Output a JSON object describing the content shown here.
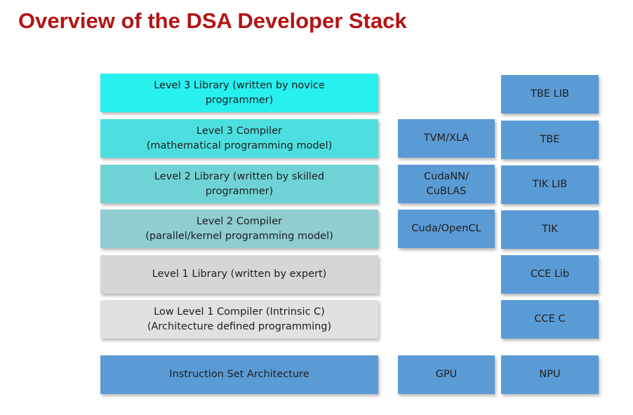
{
  "title": "Overview of the DSA Developer Stack",
  "colors": {
    "title": "#b31414",
    "level3_library": "#27f0ef",
    "level3_compiler": "#4ddfe0",
    "level2_library": "#6fd3d6",
    "level2_compiler": "#8fcdd1",
    "level1_library": "#d6d6d6",
    "level1_compiler": "#e1e1e1",
    "blue_box": "#5b9bd5"
  },
  "left_column": [
    {
      "id": "level3-library",
      "text": "Level 3 Library (written by novice\nprogrammer)"
    },
    {
      "id": "level3-compiler",
      "text": "Level 3 Compiler\n(mathematical programming model)"
    },
    {
      "id": "level2-library",
      "text": "Level 2 Library (written by skilled\nprogrammer)"
    },
    {
      "id": "level2-compiler",
      "text": "Level 2 Compiler\n(parallel/kernel programming model)"
    },
    {
      "id": "level1-library",
      "text": "Level 1 Library (written by expert)"
    },
    {
      "id": "level1-compiler",
      "text": "Low Level 1 Compiler (Intrinsic C)\n(Architecture defined programming)"
    },
    {
      "id": "isa",
      "text": "Instruction Set Architecture"
    }
  ],
  "gpu_column": [
    {
      "id": "tvm-xla",
      "text": "TVM/XLA"
    },
    {
      "id": "cudann-cublas",
      "text": "CudaNN/\nCuBLAS"
    },
    {
      "id": "cuda-opencl",
      "text": "Cuda/OpenCL"
    },
    {
      "id": "gpu",
      "text": "GPU"
    }
  ],
  "npu_column": [
    {
      "id": "tbe-lib",
      "text": "TBE LIB"
    },
    {
      "id": "tbe",
      "text": "TBE"
    },
    {
      "id": "tik-lib",
      "text": "TIK LIB"
    },
    {
      "id": "tik",
      "text": "TIK"
    },
    {
      "id": "cce-lib",
      "text": "CCE Lib"
    },
    {
      "id": "cce-c",
      "text": "CCE C"
    },
    {
      "id": "npu",
      "text": "NPU"
    }
  ]
}
